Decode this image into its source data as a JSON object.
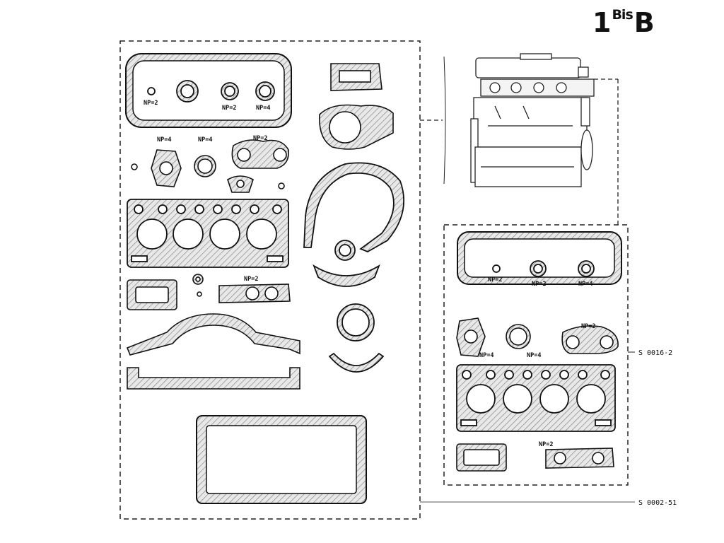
{
  "title": {
    "main": "1",
    "sup": "Bis",
    "suffix": "B"
  },
  "references": {
    "complete_set": "S 0002-51",
    "top_end_set": "S 0016-2"
  },
  "left_labels": {
    "cover_small": "NP=2",
    "cover_mid": "NP=2",
    "cover_right": "NP=4",
    "row2_left": "NP=4",
    "row2_mid": "NP=4",
    "row2_right": "NP=2",
    "manifold": "NP=2"
  },
  "right_labels": {
    "cover_small": "NP=2",
    "cover_mid": "NP=2",
    "cover_right": "NP=4",
    "flange_left": "NP=4",
    "ring_mid": "NP=4",
    "plate_right": "NP=2",
    "manifold": "NP=2"
  }
}
